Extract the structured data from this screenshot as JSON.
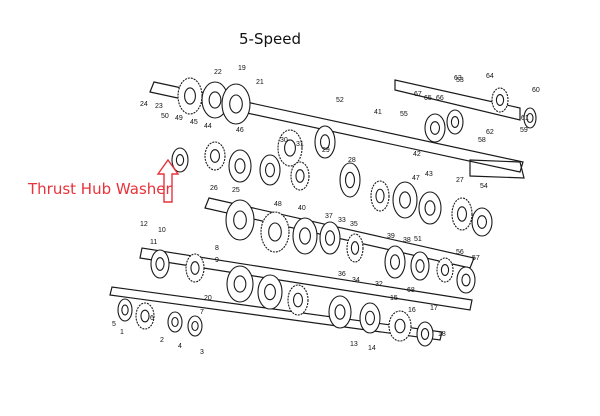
{
  "diagram": {
    "title": "5-Speed",
    "callout": {
      "label": "Thrust Hub Washer",
      "color": "#e8333b"
    },
    "ink_color": "#1a1a1a",
    "part_numbers": [
      "1",
      "2",
      "3",
      "4",
      "5",
      "6",
      "7",
      "8",
      "9",
      "10",
      "11",
      "12",
      "13",
      "14",
      "15",
      "16",
      "17",
      "18",
      "19",
      "20",
      "21",
      "22",
      "23",
      "24",
      "25",
      "26",
      "27",
      "28",
      "29",
      "30",
      "31",
      "32",
      "33",
      "34",
      "35",
      "36",
      "37",
      "38",
      "39",
      "40",
      "41",
      "42",
      "43",
      "44",
      "45",
      "46",
      "47",
      "48",
      "49",
      "50",
      "51",
      "52",
      "53",
      "54",
      "55",
      "56",
      "57",
      "58",
      "59",
      "60",
      "61",
      "62",
      "63",
      "64",
      "65",
      "66",
      "67",
      "68"
    ]
  }
}
